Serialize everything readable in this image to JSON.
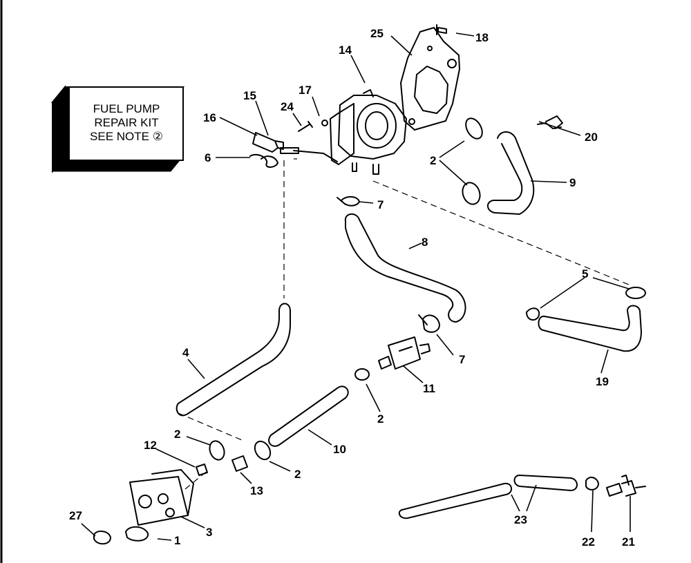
{
  "kit_box": {
    "line1": "FUEL PUMP",
    "line2": "REPAIR KIT",
    "line3": "SEE NOTE ②"
  },
  "callouts": {
    "c1": "1",
    "c2a": "2",
    "c2b": "2",
    "c2c": "2",
    "c2d": "2",
    "c3": "3",
    "c4": "4",
    "c5": "5",
    "c6": "6",
    "c7a": "7",
    "c7b": "7",
    "c8": "8",
    "c9": "9",
    "c10": "10",
    "c11": "11",
    "c12": "12",
    "c13": "13",
    "c14": "14",
    "c15": "15",
    "c16": "16",
    "c17": "17",
    "c18": "18",
    "c19": "19",
    "c20": "20",
    "c21": "21",
    "c22": "22",
    "c23": "23",
    "c24": "24",
    "c25": "25",
    "c27": "27"
  }
}
